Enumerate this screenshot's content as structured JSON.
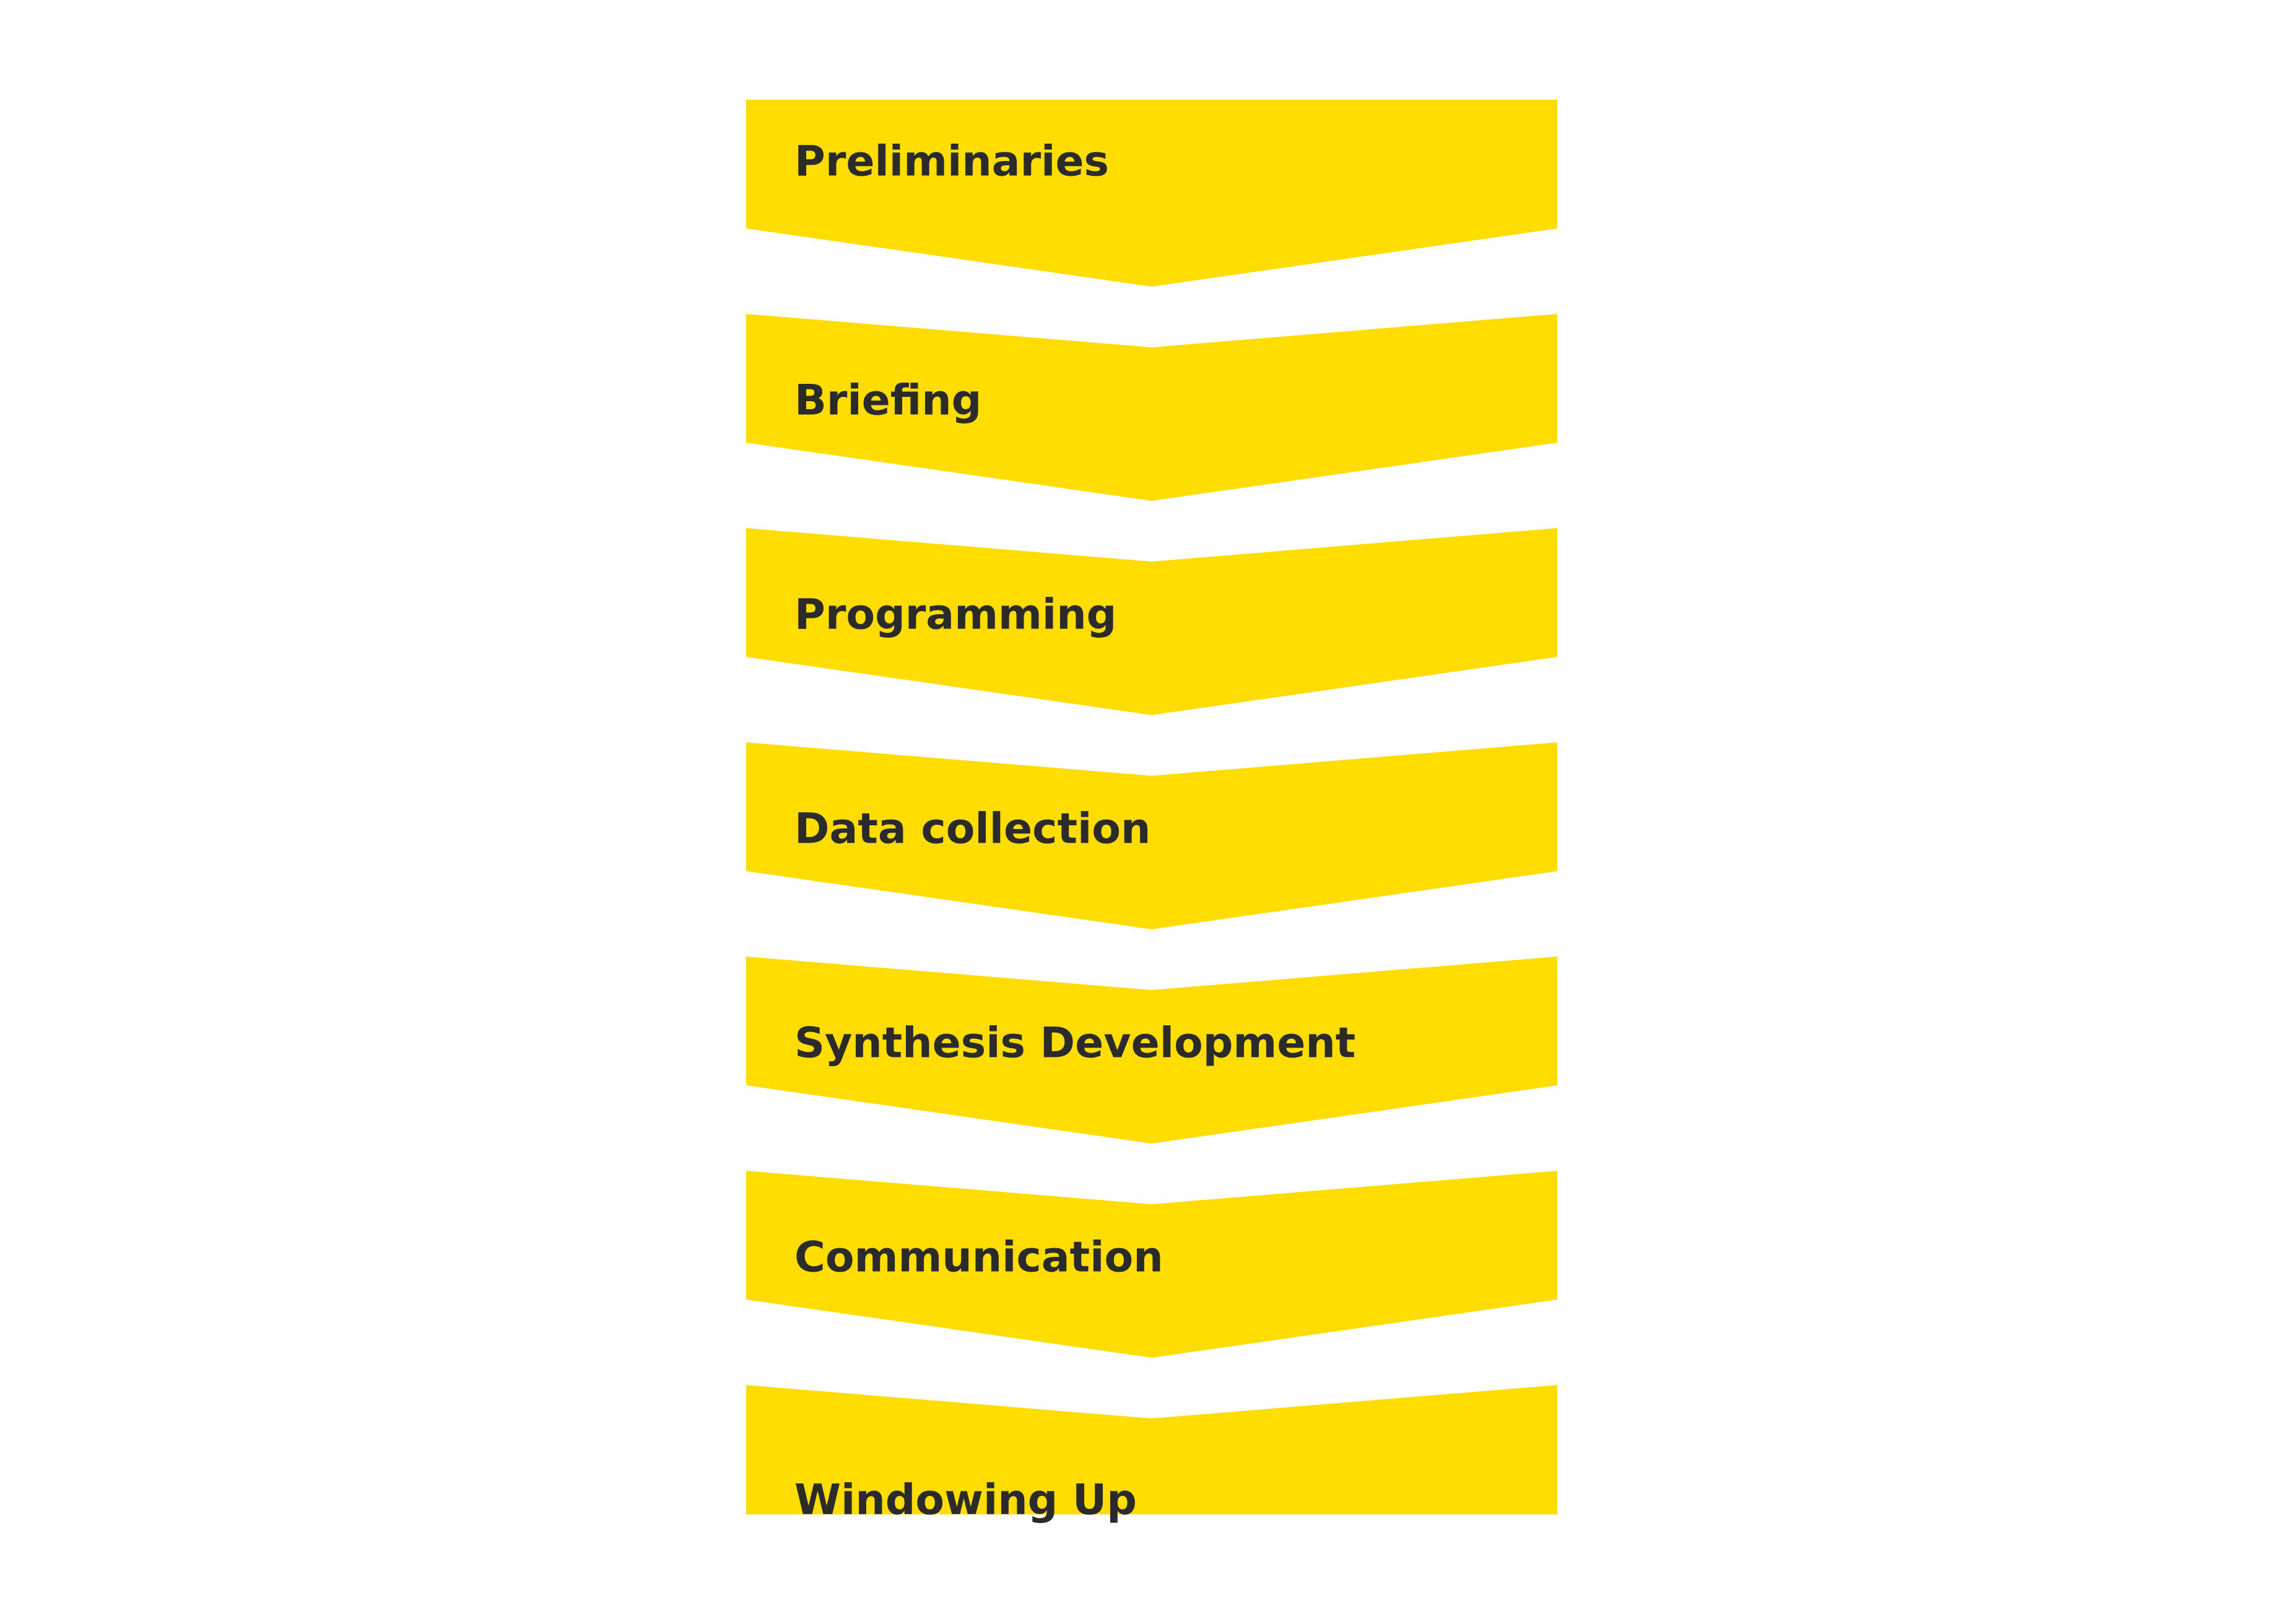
{
  "diagram": {
    "type": "chevron-process-flow",
    "fill_color": "#FFDD00",
    "text_color": "#2b2b2b",
    "background_color": "#ffffff",
    "steps": [
      {
        "label": "Preliminaries"
      },
      {
        "label": "Briefing"
      },
      {
        "label": "Programming"
      },
      {
        "label": "Data collection"
      },
      {
        "label": "Synthesis Development"
      },
      {
        "label": "Communication"
      },
      {
        "label": "Windowing Up"
      }
    ]
  }
}
